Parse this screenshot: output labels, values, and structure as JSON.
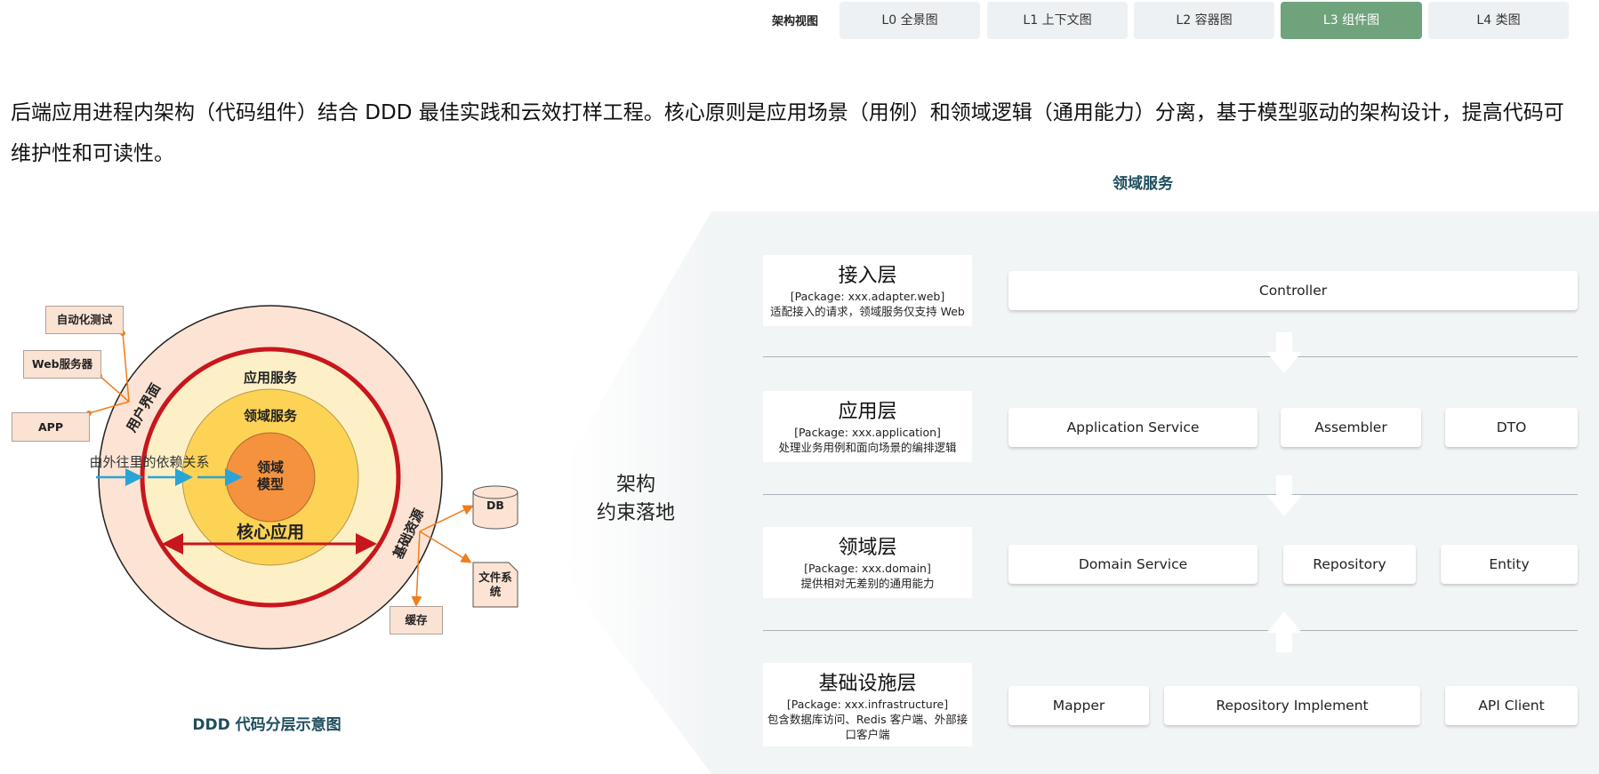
{
  "view_switcher": {
    "label": "架构视图",
    "tabs": [
      {
        "label": "L0 全景图",
        "active": false
      },
      {
        "label": "L1 上下文图",
        "active": false
      },
      {
        "label": "L2 容器图",
        "active": false
      },
      {
        "label": "L3 组件图",
        "active": true
      },
      {
        "label": "L4 类图",
        "active": false
      }
    ],
    "active_color": "#6fa37c"
  },
  "intro": "后端应用进程内架构（代码组件）结合 DDD 最佳实践和云效打样工程。核心原则是应用场景（用例）和领域逻辑（通用能力）分离，基于模型驱动的架构设计，提高代码可维护性和可读性。",
  "left_diagram": {
    "caption": "DDD 代码分层示意图",
    "rings": {
      "user_interface": "用户界面",
      "app_service": "应用服务",
      "domain_service": "领域服务",
      "domain_model": "领域模型",
      "core_app": "核心应用",
      "infrastructure": "基础资源"
    },
    "dependency_note": "由外往里的依赖关系",
    "external": {
      "auto_test": "自动化测试",
      "web_server": "Web服务器",
      "app": "APP",
      "db": "DB",
      "file_system": "文件系统",
      "cache": "缓存"
    },
    "colors": {
      "outer": "#fde3d3",
      "red_ring": "#c8161d",
      "app_ring": "#fdf0c6",
      "domain_ring": "#fcd355",
      "model": "#f5923e",
      "arrow_orange": "#f07c1c",
      "arrow_blue": "#29a4d6"
    }
  },
  "middle_label": {
    "line1": "架构",
    "line2": "约束落地"
  },
  "right_panel": {
    "caption": "领域服务",
    "layers": [
      {
        "title": "接入层",
        "package": "[Package: xxx.adapter.web]",
        "desc": "适配接入的请求，领域服务仅支持 Web",
        "components": [
          "Controller"
        ]
      },
      {
        "title": "应用层",
        "package": "[Package: xxx.application]",
        "desc": "处理业务用例和面向场景的编排逻辑",
        "components": [
          "Application Service",
          "Assembler",
          "DTO"
        ]
      },
      {
        "title": "领域层",
        "package": "[Package: xxx.domain]",
        "desc": "提供相对无差别的通用能力",
        "components": [
          "Domain Service",
          "Repository",
          "Entity"
        ]
      },
      {
        "title": "基础设施层",
        "package": "[Package: xxx.infrastructure]",
        "desc": "包含数据库访问、Redis 客户端、外部接口客户端",
        "components": [
          "Mapper",
          "Repository Implement",
          "API Client"
        ]
      }
    ],
    "panel_color": "#f2f5f6"
  }
}
